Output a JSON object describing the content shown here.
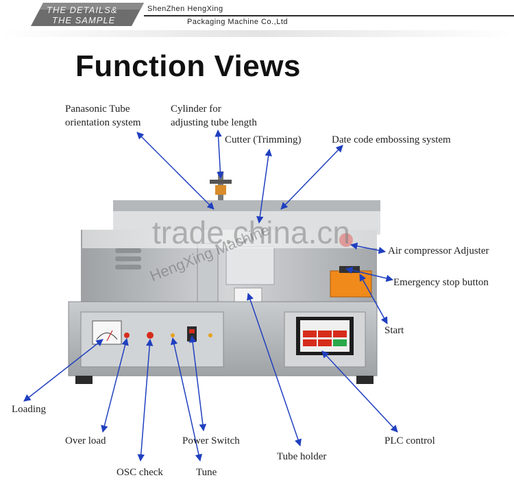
{
  "header": {
    "tab_line1": "THE DETAILS&",
    "tab_line2": "THE SAMPLE",
    "company_line1": "ShenZhen HengXing",
    "company_line2": "Packaging Machine Co.,Ltd"
  },
  "title": "Function Views",
  "watermarks": {
    "site": "trade.china.cn",
    "brand": "HengXing Machine"
  },
  "callouts": {
    "panasonic": [
      "Panasonic Tube",
      "orientation system"
    ],
    "cylinder": [
      "Cylinder for",
      "adjusting tube length"
    ],
    "cutter": "Cutter (Trimming)",
    "date_code": "Date code embossing system",
    "air": "Air compressor Adjuster",
    "emergency": "Emergency stop button",
    "start": "Start",
    "loading": "Loading",
    "over_load": "Over load",
    "power": "Power Switch",
    "tube_holder": "Tube holder",
    "plc": "PLC control",
    "osc": "OSC check",
    "tune": "Tune"
  },
  "colors": {
    "arrow": "#1f3fbf",
    "machine_steel": "#b9bcbf",
    "panel": "#cfd2d4",
    "emergency_button": "#f08a1a",
    "indicator_red": "#d62c1c"
  }
}
